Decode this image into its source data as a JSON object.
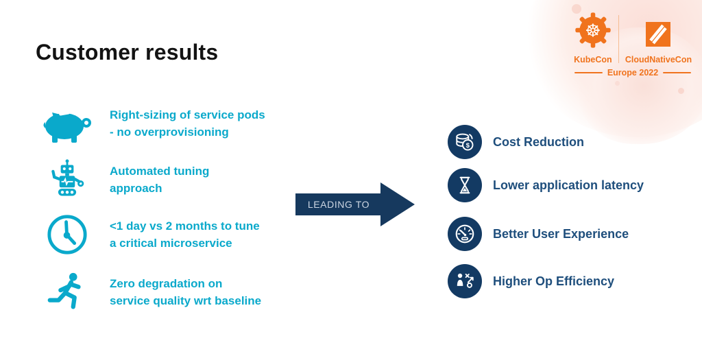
{
  "slide": {
    "title": "Customer results",
    "logo": {
      "kubecon_label": "KubeCon",
      "cloudnativecon_label": "CloudNativeCon",
      "event_label": "Europe 2022"
    },
    "left_items": [
      {
        "icon": "piggy-bank-icon",
        "line1": "Right-sizing of service pods",
        "line2": "- no overprovisioning"
      },
      {
        "icon": "robot-icon",
        "line1": "Automated tuning",
        "line2": "approach"
      },
      {
        "icon": "clock-icon",
        "line1": "<1 day vs 2 months to tune",
        "line2": "a critical microservice"
      },
      {
        "icon": "runner-icon",
        "line1": "Zero degradation on",
        "line2": "service quality wrt baseline"
      }
    ],
    "arrow_label": "LEADING TO",
    "right_items": [
      {
        "icon": "cost-coins-icon",
        "label": "Cost Reduction"
      },
      {
        "icon": "hourglass-icon",
        "label": "Lower application latency"
      },
      {
        "icon": "gauge-icon",
        "label": "Better User Experience"
      },
      {
        "icon": "tactics-icon",
        "label": "Higher Op Efficiency"
      }
    ],
    "colors": {
      "cyan": "#0aa9cb",
      "navy_circle": "#133a63",
      "navy_text": "#1e4e7c",
      "arrow_navy": "#16395e",
      "orange": "#f0731d",
      "splash_pink": "#fbded7"
    }
  }
}
